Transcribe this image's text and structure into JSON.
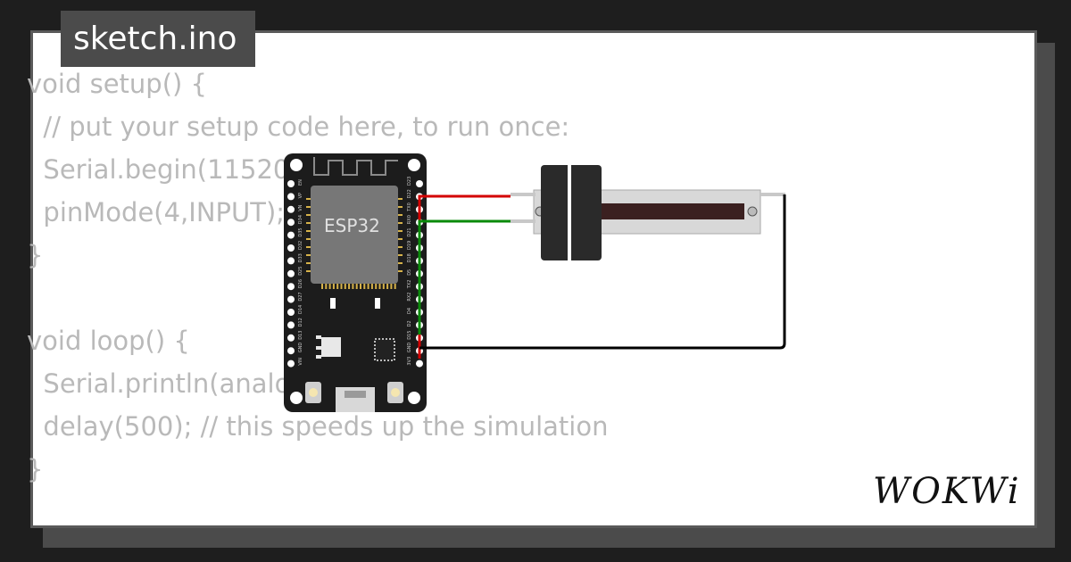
{
  "tab": {
    "filename": "sketch.ino"
  },
  "code": {
    "lines": [
      "void setup() {",
      "  // put your setup code here, to run once:",
      "  Serial.begin(115200);",
      "  pinMode(4,INPUT);",
      "}",
      "",
      "void loop() {",
      "  Serial.println(analogRead(4));",
      "  delay(500); // this speeds up the simulation",
      "}"
    ]
  },
  "board": {
    "chip_label": "ESP32",
    "right_pins": [
      "D23",
      "D22",
      "TX0",
      "RX0",
      "D21",
      "D19",
      "D18",
      "D5",
      "TX2",
      "RX2",
      "D4",
      "D2",
      "D15",
      "GND",
      "3V3"
    ],
    "left_pins": [
      "EN",
      "VP",
      "VN",
      "D34",
      "D35",
      "D32",
      "D33",
      "D25",
      "D26",
      "D27",
      "D14",
      "D12",
      "D13",
      "GND",
      "VIN"
    ]
  },
  "colors": {
    "wire_power": "#d40000",
    "wire_signal": "#0a8a0a",
    "wire_ground": "#000000",
    "board": "#1c1c1c",
    "chip": "#777777"
  },
  "logo": {
    "text": "WOKWi"
  }
}
